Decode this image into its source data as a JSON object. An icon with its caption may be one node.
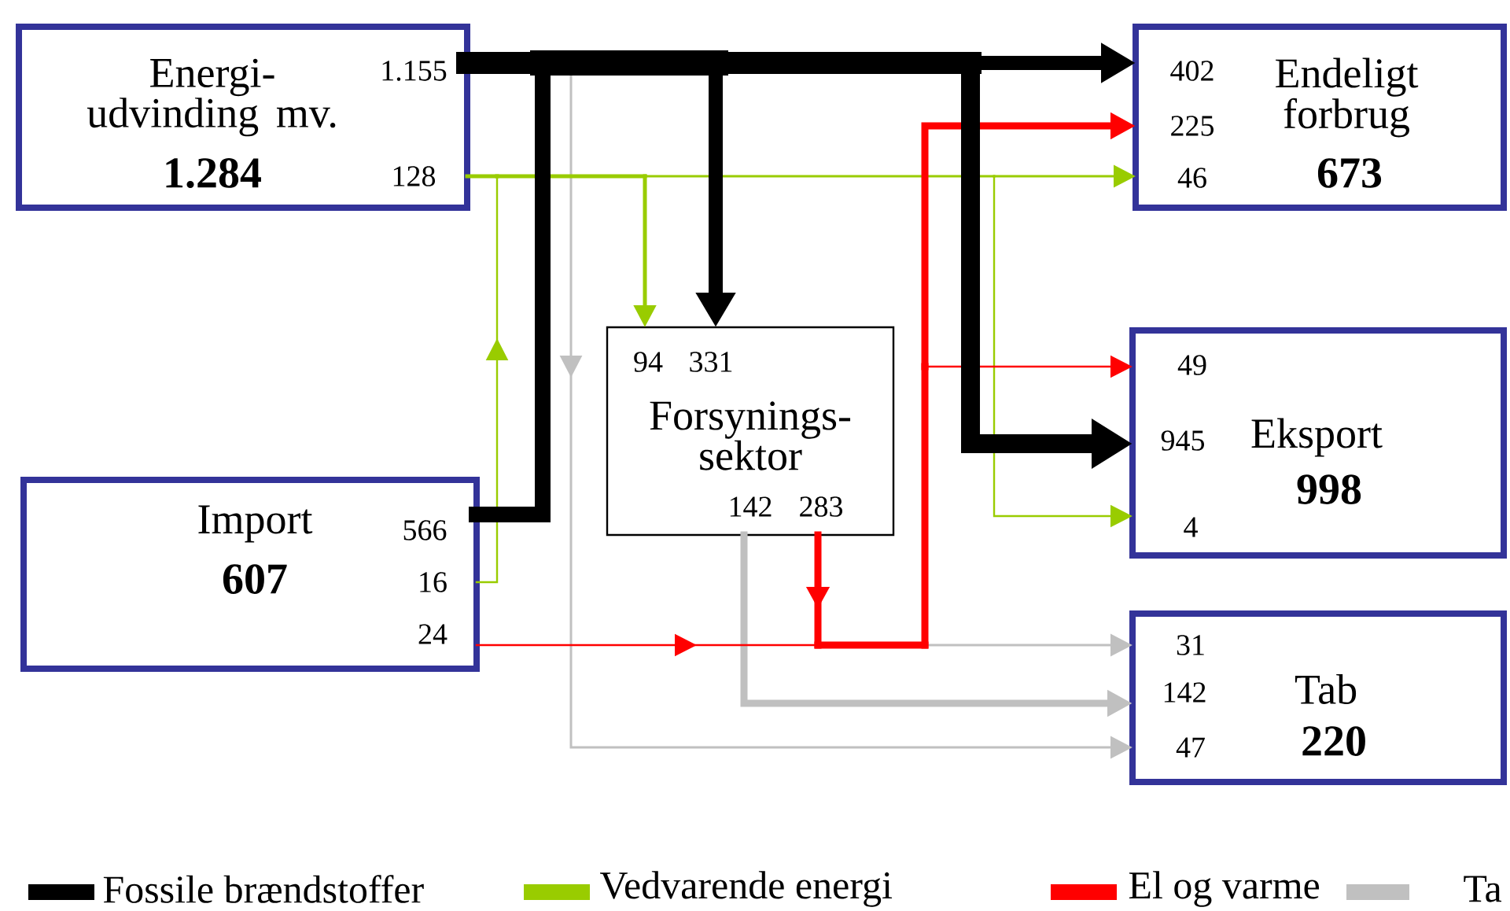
{
  "diagram": {
    "nodes": [
      {
        "text": [
          "Energi- udvinding mv.",
          "1.284",
          "1.155",
          "128"
        ]
      },
      {
        "text": [
          "Import",
          "607",
          "566",
          "16",
          "24"
        ]
      },
      {
        "text": [
          "94",
          "331",
          "Forsynings- sektor",
          "142",
          "283"
        ]
      },
      {
        "text": [
          "402",
          "225",
          "46",
          "Endeligt forbrug",
          "673"
        ]
      },
      {
        "text": [
          "49",
          "945",
          "Eksport",
          "998",
          "4"
        ]
      },
      {
        "text": [
          "31",
          "142",
          "Tab",
          "220",
          "47"
        ]
      }
    ],
    "edges": [
      {
        "from": null,
        "to": 5,
        "arrow": "to",
        "color": "#c0c0c0"
      },
      {
        "from": 2,
        "to": 5,
        "arrow": "to",
        "color": "#c0c0c0"
      },
      {
        "from": null,
        "to": 5,
        "arrow": "to",
        "color": "#c0c0c0"
      },
      {
        "from": 0,
        "to": 2,
        "arrow": "to",
        "color": "#99cc00"
      },
      {
        "from": 0,
        "to": 3,
        "arrow": "to",
        "color": "#99cc00"
      },
      {
        "from": 0,
        "to": 4,
        "arrow": "to",
        "color": "#99cc00"
      },
      {
        "from": 1,
        "to": 2,
        "arrow": "to",
        "color": "#99cc00"
      },
      {
        "from": 1,
        "to": 3,
        "arrow": "to",
        "color": "#99cc00"
      },
      {
        "from": 1,
        "to": 4,
        "arrow": "to",
        "color": "#99cc00"
      },
      {
        "from": 2,
        "to": 3,
        "arrow": "to",
        "color": "#ff0000"
      },
      {
        "from": 2,
        "to": 4,
        "arrow": "to",
        "color": "#ff0000"
      },
      {
        "from": 1,
        "to": 3,
        "arrow": "to",
        "color": "#ff0000"
      },
      {
        "from": 1,
        "to": 4,
        "arrow": "to",
        "color": "#ff0000"
      },
      {
        "from": 0,
        "to": 2,
        "arrow": "to",
        "style": "thick",
        "color": "#000000"
      },
      {
        "from": 0,
        "to": 3,
        "arrow": "to",
        "style": "thick",
        "color": "#000000"
      },
      {
        "from": 0,
        "to": 4,
        "arrow": "to",
        "style": "thick",
        "color": "#000000"
      },
      {
        "from": 1,
        "to": 2,
        "arrow": "to",
        "style": "thick",
        "color": "#000000"
      },
      {
        "from": 1,
        "to": 3,
        "arrow": "to",
        "style": "thick",
        "color": "#000000"
      },
      {
        "from": 1,
        "to": 4,
        "arrow": "to",
        "style": "thick",
        "color": "#000000"
      }
    ],
    "legend": [
      {
        "text": "Fossile brændstoffer",
        "color": "#000000"
      },
      {
        "text": "Vedvarende energi",
        "color": "#99cc00"
      },
      {
        "text": "El og varme",
        "color": "#ff0000"
      },
      {
        "text": "Ta",
        "color": "#c0c0c0"
      }
    ]
  }
}
